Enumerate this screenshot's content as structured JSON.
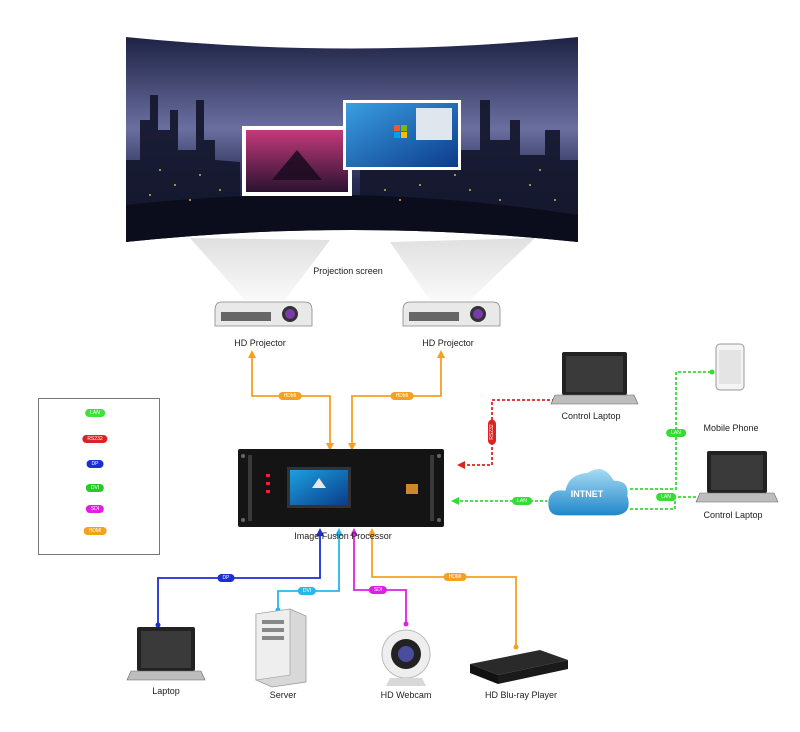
{
  "screen": {
    "label": "Projection screen"
  },
  "projectors": [
    {
      "label": "HD Projector",
      "link": "HDMI"
    },
    {
      "label": "HD Projector",
      "link": "HDMI"
    }
  ],
  "processor": {
    "label": "Image Fusion Processor"
  },
  "control_laptop_top": {
    "label": "Control Laptop",
    "link": "RS232"
  },
  "internet": {
    "label": "INTNET",
    "link": "LAN"
  },
  "mobile_phone": {
    "label": "Mobile Phone",
    "link": "LAN"
  },
  "control_laptop_right": {
    "label": "Control Laptop",
    "link": "LAN"
  },
  "sources": [
    {
      "label": "Laptop",
      "link": "DP"
    },
    {
      "label": "Server",
      "link": "DVI"
    },
    {
      "label": "HD Webcam",
      "link": "SDI"
    },
    {
      "label": "HD Blu-ray Player",
      "link": "HDMI"
    }
  ],
  "legend": [
    {
      "label": "LAN",
      "color": "#44dd44"
    },
    {
      "label": "RS232",
      "color": "#dd2222"
    },
    {
      "label": "DP",
      "color": "#1a2ed6"
    },
    {
      "label": "DVI",
      "color": "#22cc22"
    },
    {
      "label": "SDI",
      "color": "#e020e0"
    },
    {
      "label": "HDMI",
      "color": "#f5a020"
    }
  ],
  "colors": {
    "hdmi": "#f5a020",
    "rs232": "#dd2222",
    "lan": "#33dd33",
    "dp": "#1a2ed6",
    "dvi": "#26b8e8",
    "sdi": "#e020e0"
  }
}
